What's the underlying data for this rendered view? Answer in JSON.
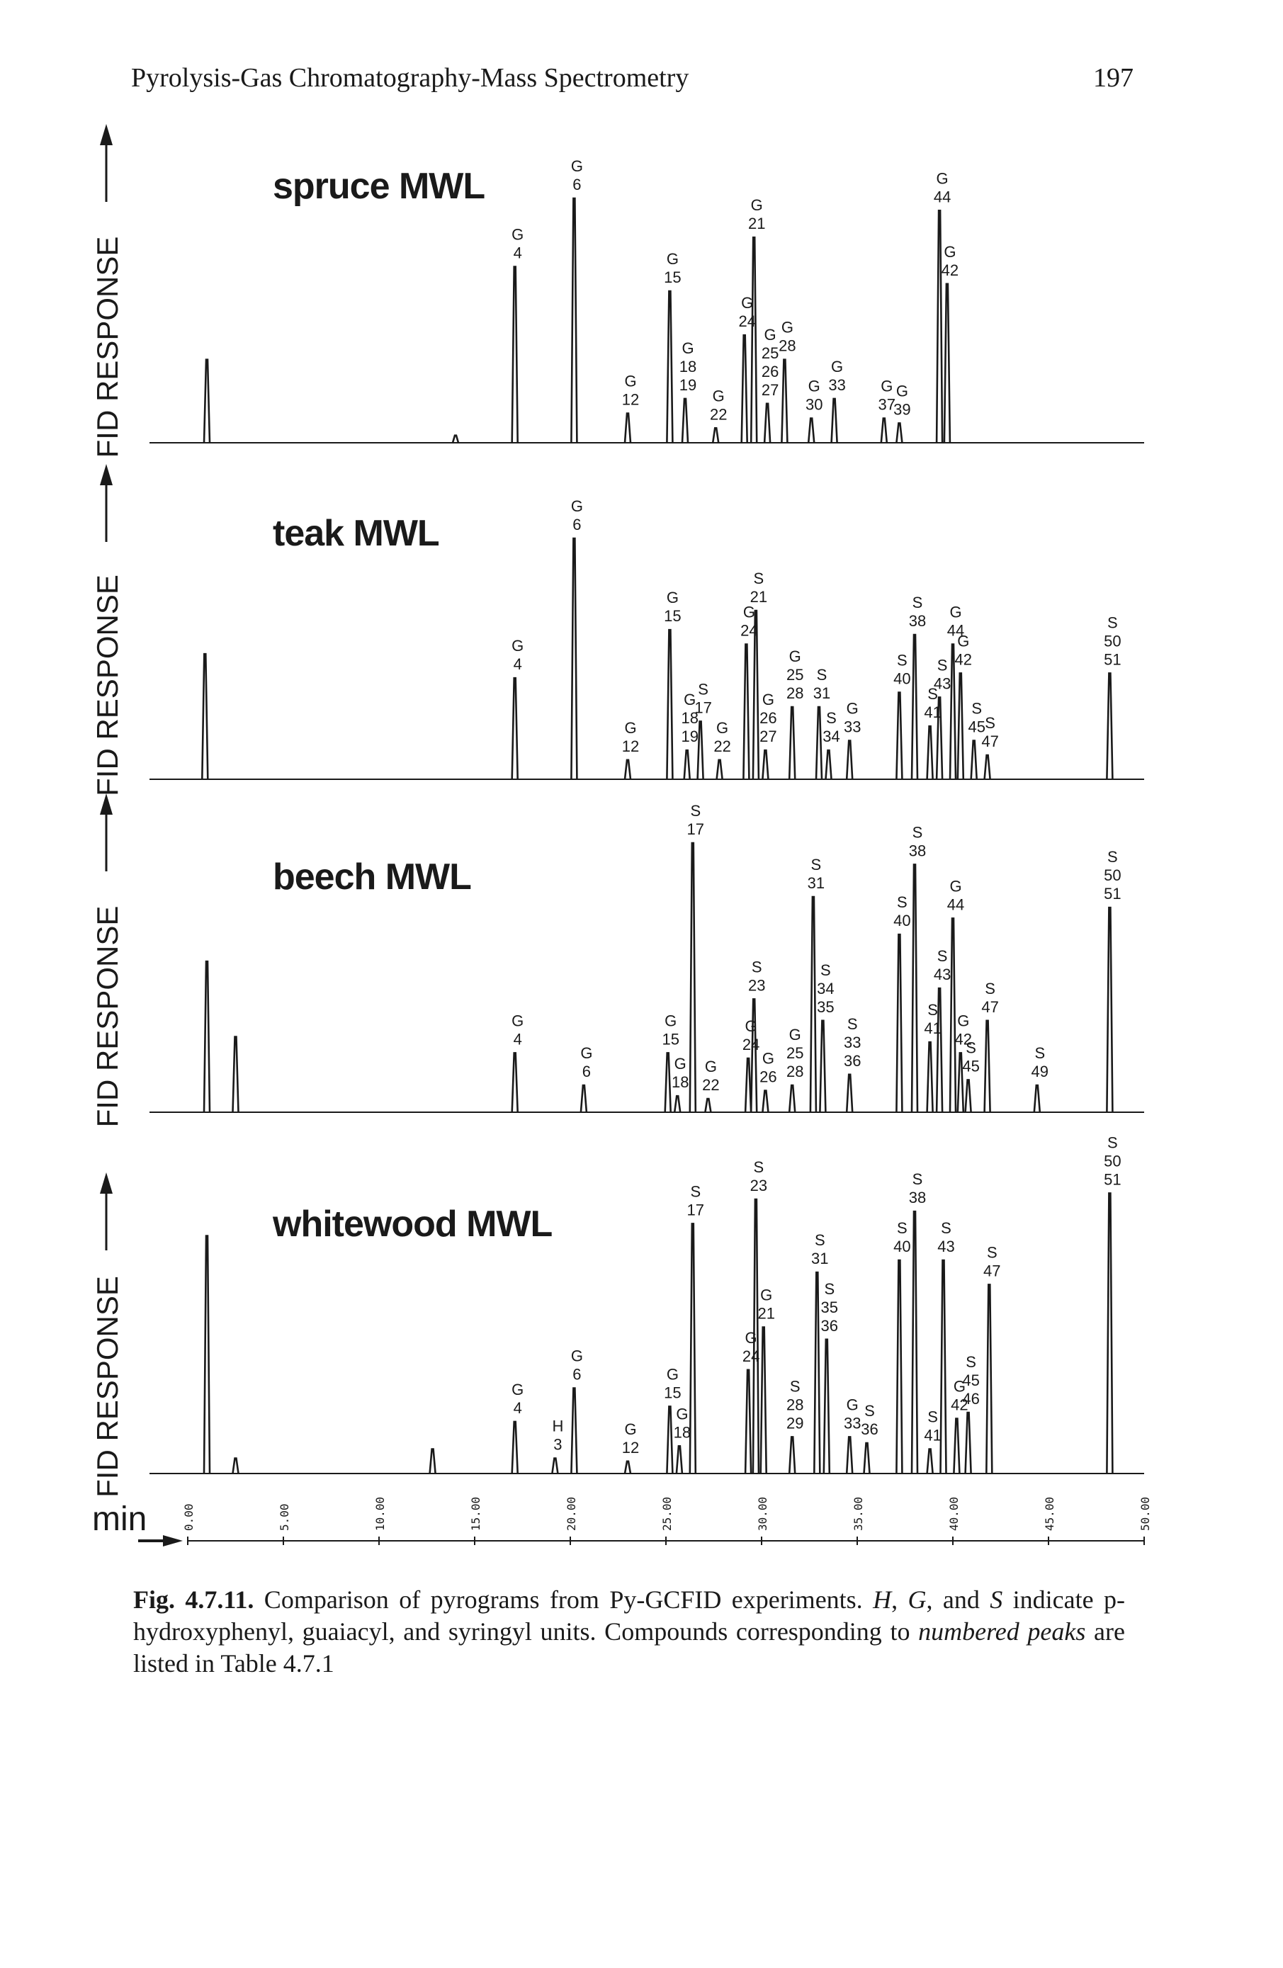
{
  "running_head": {
    "title": "Pyrolysis-Gas Chromatography-Mass Spectrometry",
    "page_number": "197"
  },
  "y_axis_label": "FID RESPONSE",
  "x_axis_label": "min",
  "colors": {
    "ink": "#1a1a1a",
    "paper": "#ffffff"
  },
  "caption": {
    "label": "Fig. 4.7.11.",
    "text_before": " Comparison of pyrograms from Py-GCFID experiments. ",
    "H": "H",
    "sep1": ", ",
    "G": "G",
    "sep2": ", and ",
    "S": "S",
    "text_mid": " indicate p-hydroxyphenyl, guaiacyl, and syringyl units. Compounds corresponding to ",
    "emph": "numbered peaks",
    "text_after": " are listed in Table 4.7.1"
  },
  "chart_data": [
    {
      "type": "line",
      "title": "spruce MWL",
      "xlim": [
        0,
        50
      ],
      "peaks": [
        {
          "t": 1.0,
          "h": 0.34,
          "label": []
        },
        {
          "t": 14.0,
          "h": 0.03,
          "label": []
        },
        {
          "t": 17.1,
          "h": 0.72,
          "label": [
            "G",
            "4"
          ]
        },
        {
          "t": 20.2,
          "h": 1.0,
          "label": [
            "G",
            "6"
          ]
        },
        {
          "t": 23.0,
          "h": 0.12,
          "label": [
            "G",
            "12"
          ]
        },
        {
          "t": 25.2,
          "h": 0.62,
          "label": [
            "G",
            "15"
          ]
        },
        {
          "t": 26.0,
          "h": 0.18,
          "label": [
            "G",
            "18",
            "19"
          ]
        },
        {
          "t": 27.6,
          "h": 0.06,
          "label": [
            "G",
            "22"
          ]
        },
        {
          "t": 29.1,
          "h": 0.44,
          "label": [
            "G",
            "24"
          ]
        },
        {
          "t": 29.6,
          "h": 0.84,
          "label": [
            "G",
            "21"
          ]
        },
        {
          "t": 30.3,
          "h": 0.16,
          "label": [
            "G",
            "25",
            "26",
            "27"
          ]
        },
        {
          "t": 31.2,
          "h": 0.34,
          "label": [
            "G",
            "28"
          ]
        },
        {
          "t": 32.6,
          "h": 0.1,
          "label": [
            "G",
            "30"
          ]
        },
        {
          "t": 33.8,
          "h": 0.18,
          "label": [
            "G",
            "33"
          ]
        },
        {
          "t": 36.4,
          "h": 0.1,
          "label": [
            "G",
            "37"
          ]
        },
        {
          "t": 37.2,
          "h": 0.08,
          "label": [
            "G",
            "39"
          ]
        },
        {
          "t": 39.3,
          "h": 0.95,
          "label": [
            "G",
            "44"
          ]
        },
        {
          "t": 39.7,
          "h": 0.65,
          "label": [
            "G",
            "42"
          ]
        }
      ]
    },
    {
      "type": "line",
      "title": "teak MWL",
      "xlim": [
        0,
        50
      ],
      "peaks": [
        {
          "t": 0.9,
          "h": 0.52,
          "label": []
        },
        {
          "t": 17.1,
          "h": 0.42,
          "label": [
            "G",
            "4"
          ]
        },
        {
          "t": 20.2,
          "h": 1.0,
          "label": [
            "G",
            "6"
          ]
        },
        {
          "t": 23.0,
          "h": 0.08,
          "label": [
            "G",
            "12"
          ]
        },
        {
          "t": 25.2,
          "h": 0.62,
          "label": [
            "G",
            "15"
          ]
        },
        {
          "t": 26.1,
          "h": 0.12,
          "label": [
            "G",
            "18",
            "19"
          ]
        },
        {
          "t": 26.8,
          "h": 0.24,
          "label": [
            "S",
            "17"
          ]
        },
        {
          "t": 27.8,
          "h": 0.08,
          "label": [
            "G",
            "22"
          ]
        },
        {
          "t": 29.2,
          "h": 0.56,
          "label": [
            "G",
            "24"
          ]
        },
        {
          "t": 29.7,
          "h": 0.7,
          "label": [
            "S",
            "21"
          ]
        },
        {
          "t": 30.2,
          "h": 0.12,
          "label": [
            "G",
            "26",
            "27"
          ]
        },
        {
          "t": 31.6,
          "h": 0.3,
          "label": [
            "G",
            "25",
            "28"
          ]
        },
        {
          "t": 33.0,
          "h": 0.3,
          "label": [
            "S",
            "31"
          ]
        },
        {
          "t": 33.5,
          "h": 0.12,
          "label": [
            "S",
            "34"
          ]
        },
        {
          "t": 34.6,
          "h": 0.16,
          "label": [
            "G",
            "33"
          ]
        },
        {
          "t": 37.2,
          "h": 0.36,
          "label": [
            "S",
            "40"
          ]
        },
        {
          "t": 38.0,
          "h": 0.6,
          "label": [
            "S",
            "38"
          ]
        },
        {
          "t": 38.8,
          "h": 0.22,
          "label": [
            "S",
            "41"
          ]
        },
        {
          "t": 39.3,
          "h": 0.34,
          "label": [
            "S",
            "43"
          ]
        },
        {
          "t": 40.0,
          "h": 0.56,
          "label": [
            "G",
            "44"
          ]
        },
        {
          "t": 40.4,
          "h": 0.44,
          "label": [
            "G",
            "42"
          ]
        },
        {
          "t": 41.1,
          "h": 0.16,
          "label": [
            "S",
            "45"
          ]
        },
        {
          "t": 41.8,
          "h": 0.1,
          "label": [
            "S",
            "47"
          ]
        },
        {
          "t": 48.2,
          "h": 0.44,
          "label": [
            "S",
            "50",
            "51"
          ]
        }
      ]
    },
    {
      "type": "line",
      "title": "beech MWL",
      "xlim": [
        0,
        50
      ],
      "peaks": [
        {
          "t": 1.0,
          "h": 0.56,
          "label": []
        },
        {
          "t": 2.5,
          "h": 0.28,
          "label": []
        },
        {
          "t": 17.1,
          "h": 0.22,
          "label": [
            "G",
            "4"
          ]
        },
        {
          "t": 20.7,
          "h": 0.1,
          "label": [
            "G",
            "6"
          ]
        },
        {
          "t": 25.1,
          "h": 0.22,
          "label": [
            "G",
            "15"
          ]
        },
        {
          "t": 25.6,
          "h": 0.06,
          "label": [
            "G",
            "18"
          ]
        },
        {
          "t": 26.4,
          "h": 1.0,
          "label": [
            "S",
            "17"
          ]
        },
        {
          "t": 27.2,
          "h": 0.05,
          "label": [
            "G",
            "22"
          ]
        },
        {
          "t": 29.3,
          "h": 0.2,
          "label": [
            "G",
            "24"
          ]
        },
        {
          "t": 29.6,
          "h": 0.42,
          "label": [
            "S",
            "23"
          ]
        },
        {
          "t": 30.2,
          "h": 0.08,
          "label": [
            "G",
            "26"
          ]
        },
        {
          "t": 31.6,
          "h": 0.1,
          "label": [
            "G",
            "25",
            "28"
          ]
        },
        {
          "t": 32.7,
          "h": 0.8,
          "label": [
            "S",
            "31"
          ]
        },
        {
          "t": 33.2,
          "h": 0.34,
          "label": [
            "S",
            "34",
            "35"
          ]
        },
        {
          "t": 34.6,
          "h": 0.14,
          "label": [
            "S",
            "33",
            "36"
          ]
        },
        {
          "t": 37.2,
          "h": 0.66,
          "label": [
            "S",
            "40"
          ]
        },
        {
          "t": 38.0,
          "h": 0.92,
          "label": [
            "S",
            "38"
          ]
        },
        {
          "t": 38.8,
          "h": 0.26,
          "label": [
            "S",
            "41"
          ]
        },
        {
          "t": 39.3,
          "h": 0.46,
          "label": [
            "S",
            "43"
          ]
        },
        {
          "t": 40.0,
          "h": 0.72,
          "label": [
            "G",
            "44"
          ]
        },
        {
          "t": 40.4,
          "h": 0.22,
          "label": [
            "G",
            "42"
          ]
        },
        {
          "t": 40.8,
          "h": 0.12,
          "label": [
            "S",
            "45"
          ]
        },
        {
          "t": 41.8,
          "h": 0.34,
          "label": [
            "S",
            "47"
          ]
        },
        {
          "t": 44.4,
          "h": 0.1,
          "label": [
            "S",
            "49"
          ]
        },
        {
          "t": 48.2,
          "h": 0.76,
          "label": [
            "S",
            "50",
            "51"
          ]
        }
      ]
    },
    {
      "type": "line",
      "title": "whitewood MWL",
      "xlim": [
        0,
        50
      ],
      "peaks": [
        {
          "t": 1.0,
          "h": 0.78,
          "label": []
        },
        {
          "t": 2.5,
          "h": 0.05,
          "label": []
        },
        {
          "t": 12.8,
          "h": 0.08,
          "label": []
        },
        {
          "t": 17.1,
          "h": 0.17,
          "label": [
            "G",
            "4"
          ]
        },
        {
          "t": 19.2,
          "h": 0.05,
          "label": [
            "H",
            "3"
          ]
        },
        {
          "t": 20.2,
          "h": 0.28,
          "label": [
            "G",
            "6"
          ]
        },
        {
          "t": 23.0,
          "h": 0.04,
          "label": [
            "G",
            "12"
          ]
        },
        {
          "t": 25.2,
          "h": 0.22,
          "label": [
            "G",
            "15"
          ]
        },
        {
          "t": 25.7,
          "h": 0.09,
          "label": [
            "G",
            "18"
          ]
        },
        {
          "t": 26.4,
          "h": 0.82,
          "label": [
            "S",
            "17"
          ]
        },
        {
          "t": 29.3,
          "h": 0.34,
          "label": [
            "G",
            "24"
          ]
        },
        {
          "t": 29.7,
          "h": 0.9,
          "label": [
            "S",
            "23"
          ]
        },
        {
          "t": 30.1,
          "h": 0.48,
          "label": [
            "G",
            "21"
          ]
        },
        {
          "t": 31.6,
          "h": 0.12,
          "label": [
            "S",
            "28",
            "29"
          ]
        },
        {
          "t": 32.9,
          "h": 0.66,
          "label": [
            "S",
            "31"
          ]
        },
        {
          "t": 33.4,
          "h": 0.44,
          "label": [
            "S",
            "35",
            "36"
          ]
        },
        {
          "t": 34.6,
          "h": 0.12,
          "label": [
            "G",
            "33"
          ]
        },
        {
          "t": 35.5,
          "h": 0.1,
          "label": [
            "S",
            "36"
          ]
        },
        {
          "t": 37.2,
          "h": 0.7,
          "label": [
            "S",
            "40"
          ]
        },
        {
          "t": 38.0,
          "h": 0.86,
          "label": [
            "S",
            "38"
          ]
        },
        {
          "t": 38.8,
          "h": 0.08,
          "label": [
            "S",
            "41"
          ]
        },
        {
          "t": 39.5,
          "h": 0.7,
          "label": [
            "S",
            "43"
          ]
        },
        {
          "t": 40.2,
          "h": 0.18,
          "label": [
            "G",
            "42"
          ]
        },
        {
          "t": 40.8,
          "h": 0.2,
          "label": [
            "S",
            "45",
            "46"
          ]
        },
        {
          "t": 41.9,
          "h": 0.62,
          "label": [
            "S",
            "47"
          ]
        },
        {
          "t": 48.2,
          "h": 0.92,
          "label": [
            "S",
            "50",
            "51"
          ]
        }
      ]
    }
  ],
  "time_axis": {
    "ticks": [
      {
        "t": 0,
        "label": "0.00"
      },
      {
        "t": 5,
        "label": "5.00"
      },
      {
        "t": 10,
        "label": "10.00"
      },
      {
        "t": 15,
        "label": "15.00"
      },
      {
        "t": 20,
        "label": "20.00"
      },
      {
        "t": 25,
        "label": "25.00"
      },
      {
        "t": 30,
        "label": "30.00"
      },
      {
        "t": 35,
        "label": "35.00"
      },
      {
        "t": 40,
        "label": "40.00"
      },
      {
        "t": 45,
        "label": "45.00"
      },
      {
        "t": 50,
        "label": "50.00"
      }
    ]
  }
}
